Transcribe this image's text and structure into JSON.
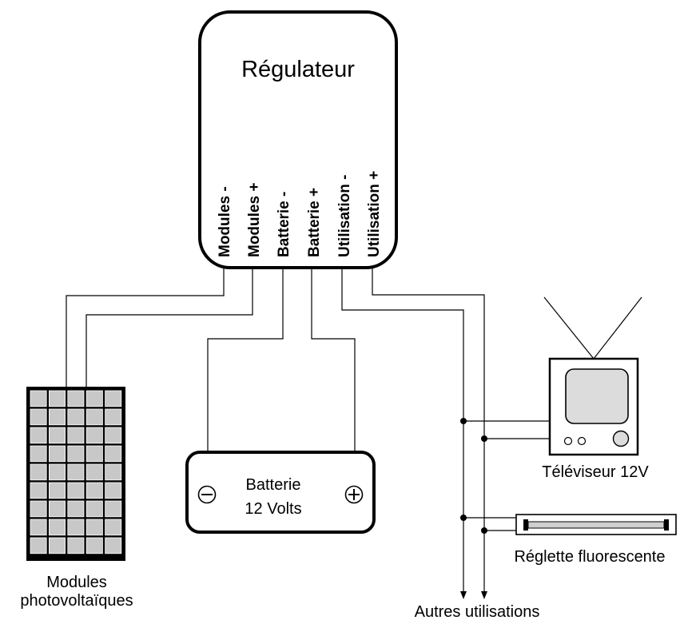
{
  "regulator": {
    "title": "Régulateur",
    "terminals": [
      "Modules -",
      "Modules +",
      "Batterie -",
      "Batterie +",
      "Utilisation -",
      "Utilisation +"
    ]
  },
  "battery": {
    "line1": "Batterie",
    "line2": "12 Volts",
    "neg_symbol": "minus-terminal-icon",
    "pos_symbol": "plus-terminal-icon"
  },
  "modules": {
    "line1": "Modules",
    "line2": "photovoltaïques"
  },
  "tv": {
    "label": "Téléviseur 12V"
  },
  "lamp": {
    "label": "Réglette fluorescente"
  },
  "other": {
    "label": "Autres utilisations"
  }
}
